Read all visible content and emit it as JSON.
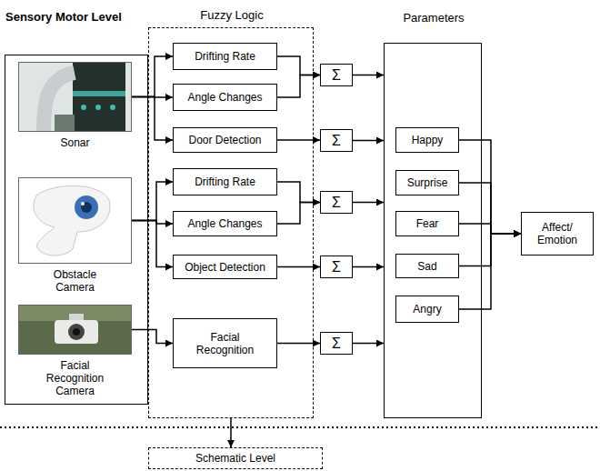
{
  "diagram": {
    "nodes": [
      {
        "text": [
          "Sensory Motor Level"
        ]
      },
      {
        "text": [
          "Sonar"
        ],
        "in": 0
      },
      {
        "text": [
          "Obstacle Camera"
        ],
        "in": 0
      },
      {
        "text": [
          "Facial Recognition Camera"
        ],
        "in": 0
      },
      {
        "text": [
          "Fuzzy Logic"
        ]
      },
      {
        "text": [
          "Drifting Rate"
        ],
        "in": 4
      },
      {
        "text": [
          "Angle Changes"
        ],
        "in": 4
      },
      {
        "text": [
          "Σ"
        ]
      },
      {
        "text": [
          "Door Detection"
        ],
        "in": 4
      },
      {
        "text": [
          "Σ"
        ]
      },
      {
        "text": [
          "Drifting Rate"
        ],
        "in": 4
      },
      {
        "text": [
          "Angle Changes"
        ],
        "in": 4
      },
      {
        "text": [
          "Σ"
        ]
      },
      {
        "text": [
          "Object Detection"
        ],
        "in": 4
      },
      {
        "text": [
          "Σ"
        ]
      },
      {
        "text": [
          "Facial Recognition"
        ],
        "in": 4
      },
      {
        "text": [
          "Σ"
        ]
      },
      {
        "text": [
          "Parameters"
        ]
      },
      {
        "text": [
          "Happy"
        ],
        "in": 17
      },
      {
        "text": [
          "Surprise"
        ],
        "in": 17
      },
      {
        "text": [
          "Fear"
        ],
        "in": 17
      },
      {
        "text": [
          "Sad"
        ],
        "in": 17
      },
      {
        "text": [
          "Angry"
        ],
        "in": 17
      },
      {
        "text": [
          "Affect/ Emotion"
        ]
      },
      {
        "text": [
          "Schematic Level"
        ]
      }
    ],
    "edges": [
      {
        "from": 1,
        "to": 5,
        "arrow": "to"
      },
      {
        "from": 1,
        "to": 6,
        "arrow": "to"
      },
      {
        "from": 1,
        "to": 8,
        "arrow": "to"
      },
      {
        "from": 5,
        "to": 7,
        "arrow": "to"
      },
      {
        "from": 6,
        "to": 7,
        "arrow": "to"
      },
      {
        "from": 7,
        "to": 17,
        "arrow": "to"
      },
      {
        "from": 8,
        "to": 9,
        "arrow": "to"
      },
      {
        "from": 9,
        "to": 17,
        "arrow": "to"
      },
      {
        "from": 2,
        "to": 10,
        "arrow": "to"
      },
      {
        "from": 2,
        "to": 11,
        "arrow": "to"
      },
      {
        "from": 2,
        "to": 13,
        "arrow": "to"
      },
      {
        "from": 10,
        "to": 12,
        "arrow": "to"
      },
      {
        "from": 11,
        "to": 12,
        "arrow": "to"
      },
      {
        "from": 12,
        "to": 17,
        "arrow": "to"
      },
      {
        "from": 13,
        "to": 14,
        "arrow": "to"
      },
      {
        "from": 14,
        "to": 17,
        "arrow": "to"
      },
      {
        "from": 3,
        "to": 15,
        "arrow": "to"
      },
      {
        "from": 15,
        "to": 16,
        "arrow": "to"
      },
      {
        "from": 16,
        "to": 17,
        "arrow": "to"
      },
      {
        "from": 18,
        "to": 23,
        "arrow": "to"
      },
      {
        "from": 19,
        "to": 23,
        "arrow": "to"
      },
      {
        "from": 20,
        "to": 23,
        "arrow": "to"
      },
      {
        "from": 21,
        "to": 23,
        "arrow": "to"
      },
      {
        "from": 22,
        "to": 23,
        "arrow": "to"
      },
      {
        "from": 4,
        "to": 24,
        "arrow": "to"
      }
    ]
  }
}
